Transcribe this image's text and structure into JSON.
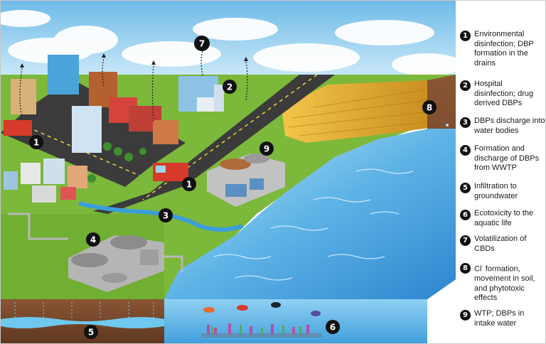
{
  "legend": [
    {
      "num": "1",
      "text": "Environmental disinfection; DBP formation in the drains"
    },
    {
      "num": "2",
      "text": "Hospital disinfection; drug derived DBPs"
    },
    {
      "num": "3",
      "text": "DBPs discharge into water bodies"
    },
    {
      "num": "4",
      "text": "Formation and discharge of DBPs from WWTP"
    },
    {
      "num": "5",
      "text": "Infiltration to groundwater"
    },
    {
      "num": "6",
      "text": "Ecotoxicity to the aquatic life"
    },
    {
      "num": "7",
      "text": "Volatilization of CBDs"
    },
    {
      "num": "8",
      "text_pre": "Cl",
      "text_sup": "-",
      "text_post": " formation, movement in soil, and phytotoxic effects"
    },
    {
      "num": "9",
      "text": "WTP; DBPs in intake water"
    }
  ],
  "markers": [
    "1",
    "1",
    "2",
    "3",
    "4",
    "5",
    "6",
    "7",
    "8",
    "9"
  ],
  "colors": {
    "sky": "#9fd3ef",
    "grass": "#7cb83a",
    "road": "#3b3b3b",
    "water": "#4aa6df",
    "soil": "#7a4a2c",
    "wheat": "#e2ae2c",
    "marker": "#111111"
  }
}
